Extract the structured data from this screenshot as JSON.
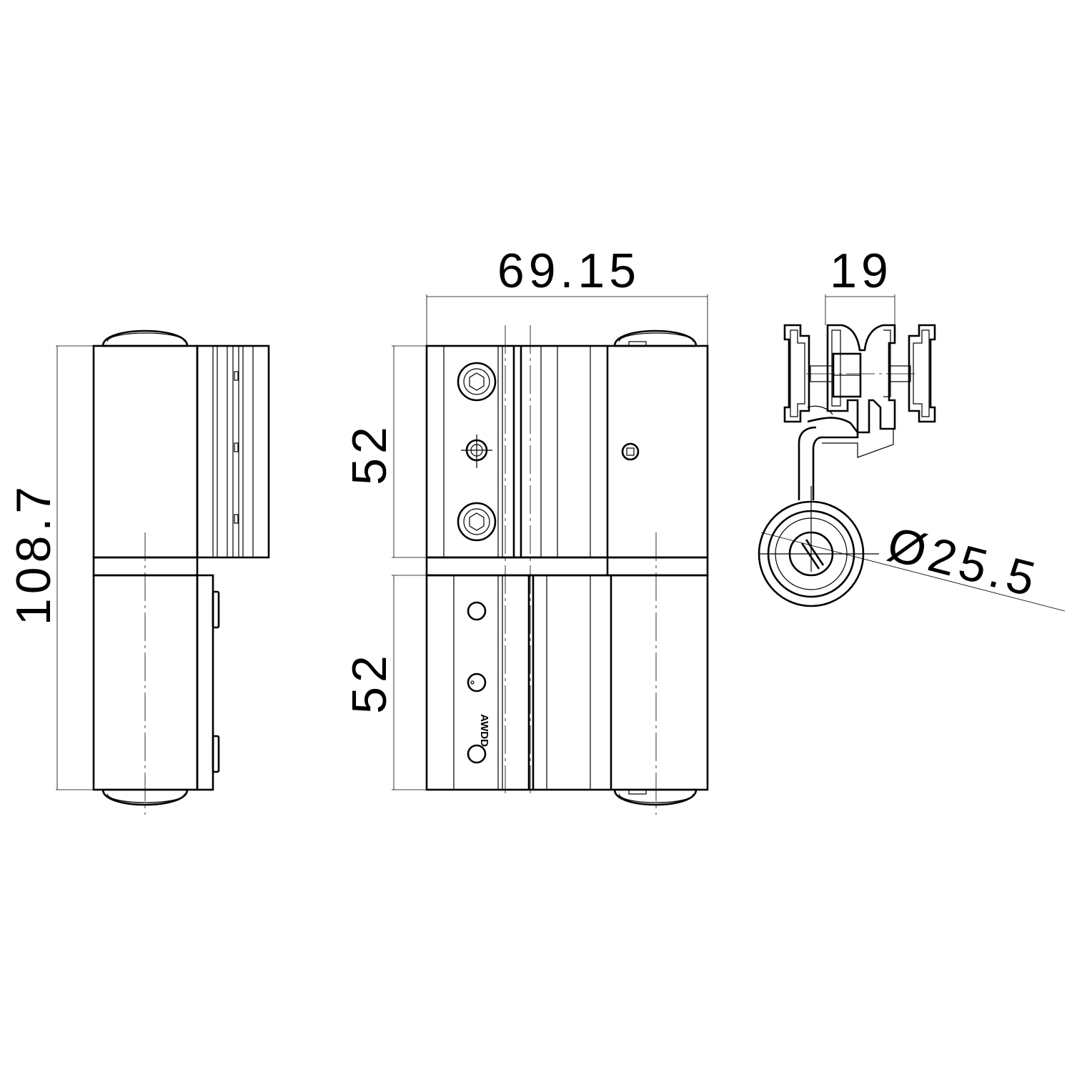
{
  "dimensions": {
    "overall_height": "108.7",
    "upper_leaf_height": "52",
    "lower_leaf_height": "52",
    "overall_width": "69.15",
    "profile_width": "19",
    "barrel_diameter": "Ø25.5"
  },
  "brand_mark": "AWDD",
  "colors": {
    "line": "#000000",
    "background": "#ffffff"
  }
}
